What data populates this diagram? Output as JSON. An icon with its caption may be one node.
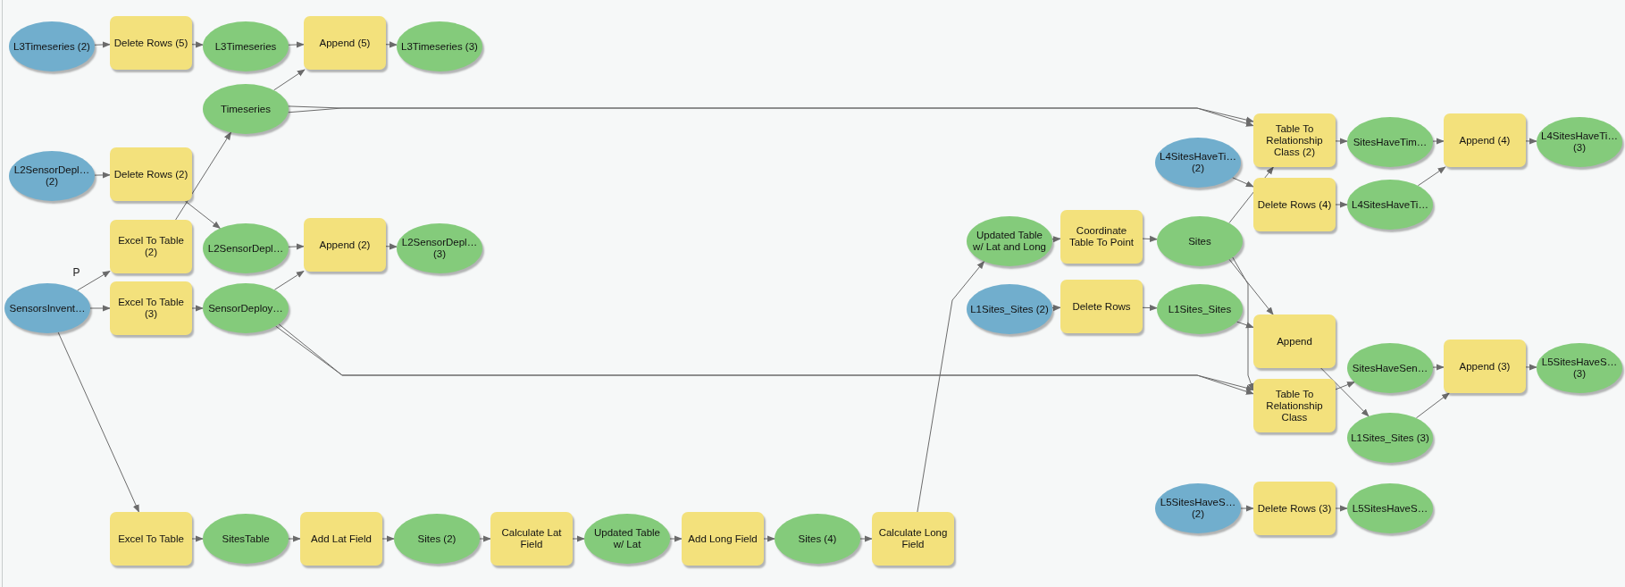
{
  "diagram": {
    "nodes": [
      {
        "text": [
          "L3Timeseries (2)"
        ]
      },
      {
        "text": [
          "Delete Rows (5)"
        ]
      },
      {
        "text": [
          "L3Timeseries"
        ]
      },
      {
        "text": [
          "Append (5)"
        ]
      },
      {
        "text": [
          "L3Timeseries (3)"
        ]
      },
      {
        "text": [
          "Timeseries"
        ]
      },
      {
        "text": [
          "L2SensorDepl… (2)"
        ]
      },
      {
        "text": [
          "Delete Rows (2)"
        ]
      },
      {
        "text": [
          "Excel To Table (2)"
        ]
      },
      {
        "text": [
          "L2SensorDepl…"
        ]
      },
      {
        "text": [
          "Append (2)"
        ]
      },
      {
        "text": [
          "L2SensorDepl… (3)"
        ]
      },
      {
        "text": [
          "SensorsInvent…"
        ]
      },
      {
        "text": [
          "Excel To Table (3)"
        ]
      },
      {
        "text": [
          "SensorDeploy…"
        ]
      },
      {
        "text": [
          "Excel To Table"
        ]
      },
      {
        "text": [
          "SitesTable"
        ]
      },
      {
        "text": [
          "Add Lat Field"
        ]
      },
      {
        "text": [
          "Sites (2)"
        ]
      },
      {
        "text": [
          "Calculate Lat Field"
        ]
      },
      {
        "text": [
          "Updated Table w/ Lat"
        ]
      },
      {
        "text": [
          "Add Long Field"
        ]
      },
      {
        "text": [
          "Sites (4)"
        ]
      },
      {
        "text": [
          "Calculate Long Field"
        ]
      },
      {
        "text": [
          "Updated Table w/ Lat and Long"
        ]
      },
      {
        "text": [
          "Coordinate Table To Point"
        ]
      },
      {
        "text": [
          "Sites"
        ]
      },
      {
        "text": [
          "L1Sites_Sites (2)"
        ]
      },
      {
        "text": [
          "Delete Rows"
        ]
      },
      {
        "text": [
          "L1Sites_Sites"
        ]
      },
      {
        "text": [
          "L4SitesHaveTi… (2)"
        ]
      },
      {
        "text": [
          "Table To Relationship Class (2)"
        ]
      },
      {
        "text": [
          "Delete Rows (4)"
        ]
      },
      {
        "text": [
          "SitesHaveTim…"
        ]
      },
      {
        "text": [
          "L4SitesHaveTi…"
        ]
      },
      {
        "text": [
          "Append (4)"
        ]
      },
      {
        "text": [
          "L4SitesHaveTi… (3)"
        ]
      },
      {
        "text": [
          "Append"
        ]
      },
      {
        "text": [
          "Table To Relationship Class"
        ]
      },
      {
        "text": [
          "SitesHaveSen…"
        ]
      },
      {
        "text": [
          "L1Sites_Sites (3)"
        ]
      },
      {
        "text": [
          "Append (3)"
        ]
      },
      {
        "text": [
          "L5SitesHaveS… (3)"
        ]
      },
      {
        "text": [
          "L5SitesHaveS… (2)"
        ]
      },
      {
        "text": [
          "Delete Rows (3)"
        ]
      },
      {
        "text": [
          "L5SitesHaveS…"
        ]
      }
    ],
    "edges": [
      {
        "from": 0,
        "to": 1,
        "arrow": "to"
      },
      {
        "from": 1,
        "to": 2,
        "arrow": "to"
      },
      {
        "from": 2,
        "to": 3,
        "arrow": "to"
      },
      {
        "from": 5,
        "to": 3,
        "arrow": "to"
      },
      {
        "from": 3,
        "to": 4,
        "arrow": "to"
      },
      {
        "from": 6,
        "to": 7,
        "arrow": "to"
      },
      {
        "from": 8,
        "to": 5,
        "arrow": "to"
      },
      {
        "from": 7,
        "to": 9,
        "arrow": "to"
      },
      {
        "from": 12,
        "to": 8,
        "arrow": "to",
        "label": "P"
      },
      {
        "from": 12,
        "to": 13,
        "arrow": "to"
      },
      {
        "from": 12,
        "to": 15,
        "arrow": "to"
      },
      {
        "from": 13,
        "to": 14,
        "arrow": "to"
      },
      {
        "from": 9,
        "to": 10,
        "arrow": "to"
      },
      {
        "from": 14,
        "to": 10,
        "arrow": "to"
      },
      {
        "from": 10,
        "to": 11,
        "arrow": "to"
      },
      {
        "from": 15,
        "to": 16,
        "arrow": "to"
      },
      {
        "from": 16,
        "to": 17,
        "arrow": "to"
      },
      {
        "from": 17,
        "to": 18,
        "arrow": "to"
      },
      {
        "from": 18,
        "to": 19,
        "arrow": "to"
      },
      {
        "from": 19,
        "to": 20,
        "arrow": "to"
      },
      {
        "from": 20,
        "to": 21,
        "arrow": "to"
      },
      {
        "from": 21,
        "to": 22,
        "arrow": "to"
      },
      {
        "from": 22,
        "to": 23,
        "arrow": "to"
      },
      {
        "from": 23,
        "to": 24,
        "arrow": "to"
      },
      {
        "from": 24,
        "to": 25,
        "arrow": "to"
      },
      {
        "from": 25,
        "to": 26,
        "arrow": "to"
      },
      {
        "from": 27,
        "to": 28,
        "arrow": "to"
      },
      {
        "from": 28,
        "to": 29,
        "arrow": "to"
      },
      {
        "from": 5,
        "to": 31,
        "arrow": "to"
      },
      {
        "from": 5,
        "to": 31,
        "arrow": "to"
      },
      {
        "from": 26,
        "to": 31,
        "arrow": "to"
      },
      {
        "from": 30,
        "to": 32,
        "arrow": "to"
      },
      {
        "from": 31,
        "to": 33,
        "arrow": "to"
      },
      {
        "from": 32,
        "to": 34,
        "arrow": "to"
      },
      {
        "from": 33,
        "to": 35,
        "arrow": "to"
      },
      {
        "from": 34,
        "to": 35,
        "arrow": "to"
      },
      {
        "from": 35,
        "to": 36,
        "arrow": "to"
      },
      {
        "from": 26,
        "to": 37,
        "arrow": "to"
      },
      {
        "from": 29,
        "to": 37,
        "arrow": "to"
      },
      {
        "from": 26,
        "to": 38,
        "arrow": "to"
      },
      {
        "from": 14,
        "to": 38,
        "arrow": "to"
      },
      {
        "from": 14,
        "to": 38,
        "arrow": "to"
      },
      {
        "from": 37,
        "to": 40,
        "arrow": "to"
      },
      {
        "from": 38,
        "to": 39,
        "arrow": "to"
      },
      {
        "from": 39,
        "to": 41,
        "arrow": "to"
      },
      {
        "from": 40,
        "to": 41,
        "arrow": "to"
      },
      {
        "from": 41,
        "to": 42,
        "arrow": "to"
      },
      {
        "from": 43,
        "to": 44,
        "arrow": "to"
      },
      {
        "from": 44,
        "to": 45,
        "arrow": "to"
      }
    ]
  }
}
